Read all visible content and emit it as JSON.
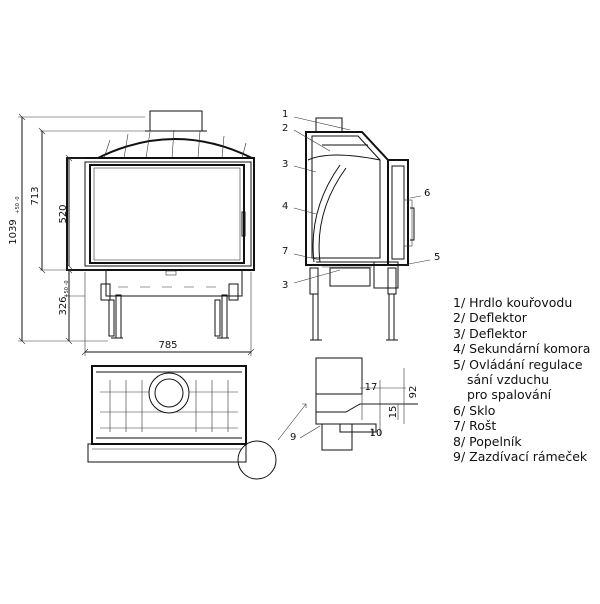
{
  "dimensions": {
    "total_height": "1039",
    "total_height_tol": "+50 -0",
    "body_height": "713",
    "glass_height": "520",
    "leg_height": "326",
    "leg_height_tol": "+50 -0",
    "width": "785",
    "detail_17": "17",
    "detail_92": "92",
    "detail_15": "15",
    "detail_10": "10"
  },
  "callouts": {
    "c1": "1",
    "c2": "2",
    "c3a": "3",
    "c3b": "3",
    "c4": "4",
    "c5": "5",
    "c6": "6",
    "c7": "7",
    "c9": "9"
  },
  "legend": [
    {
      "text": "1/ Hrdlo kouřovodu"
    },
    {
      "text": "2/ Deflektor"
    },
    {
      "text": "3/ Deflektor"
    },
    {
      "text": "4/ Sekundární komora"
    },
    {
      "text": "5/ Ovládání regulace",
      "lines": [
        "sání vzduchu",
        "pro spalování"
      ]
    },
    {
      "text": "6/ Sklo"
    },
    {
      "text": "7/ Rošt"
    },
    {
      "text": "8/ Popelník"
    },
    {
      "text": "9/ Zazdívací rámeček"
    }
  ]
}
